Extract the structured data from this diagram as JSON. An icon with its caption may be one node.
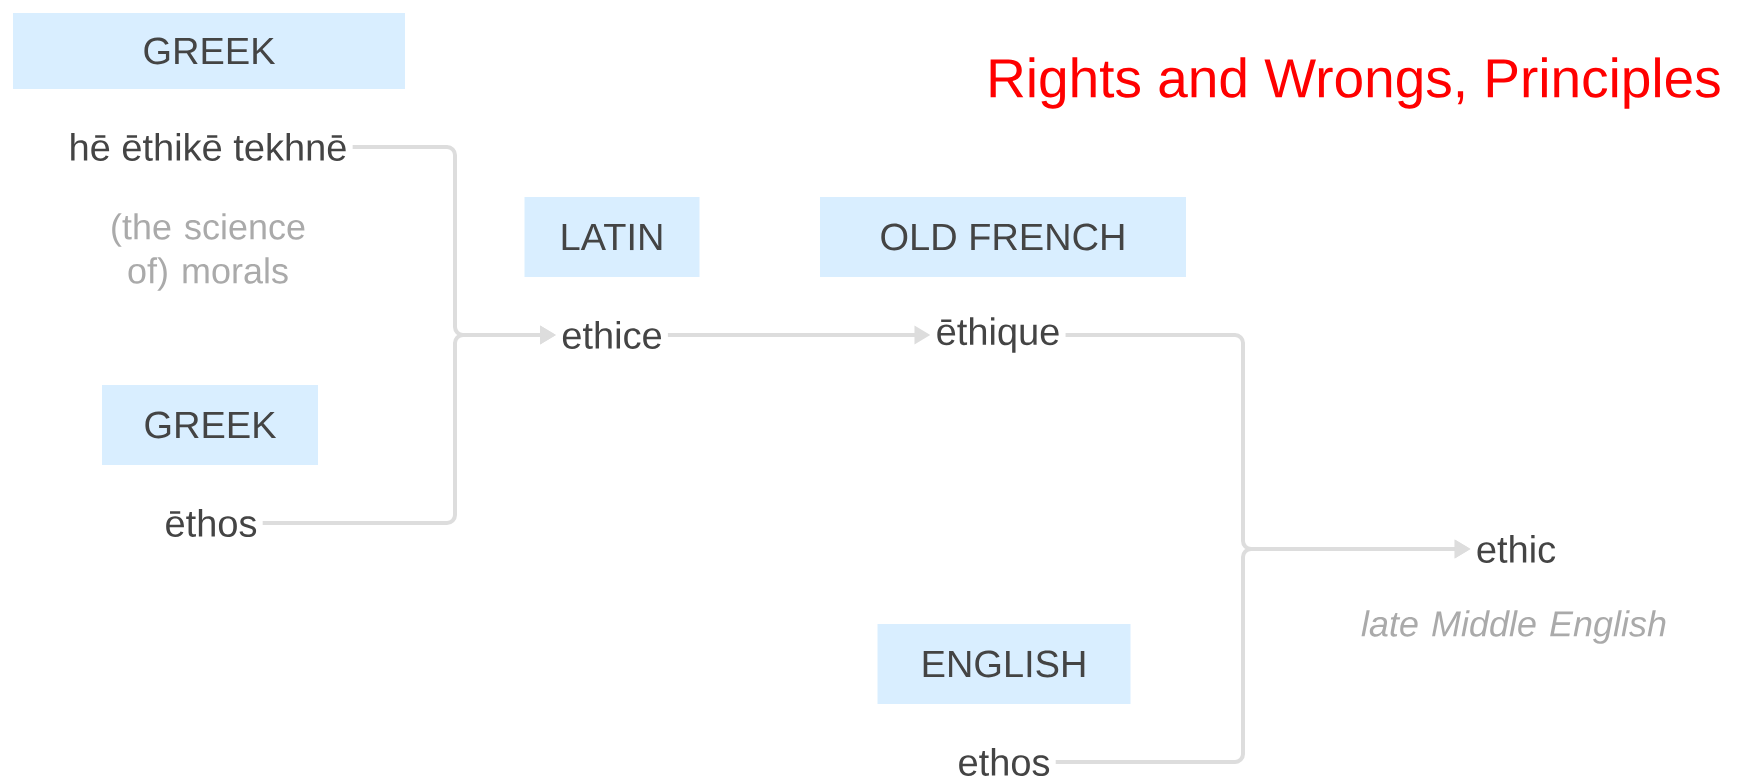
{
  "diagram": {
    "title": "Rights and Wrongs, Principles",
    "nodes": [
      {
        "text": [
          "GREEK"
        ]
      },
      {
        "text": [
          "hē ēthikē tekhnē"
        ],
        "beside": [
          "(the science of) morals"
        ]
      },
      {
        "text": [
          "GREEK"
        ]
      },
      {
        "text": [
          "ēthos"
        ]
      },
      {
        "text": [
          "LATIN"
        ]
      },
      {
        "text": [
          "ethice"
        ]
      },
      {
        "text": [
          "OLD FRENCH"
        ]
      },
      {
        "text": [
          "ēthique"
        ]
      },
      {
        "text": [
          "ethic"
        ],
        "beside": [
          "late Middle English"
        ]
      },
      {
        "text": [
          "ENGLISH"
        ]
      },
      {
        "text": [
          "ethos"
        ]
      }
    ],
    "edges": [
      {
        "from": 1,
        "to": 5,
        "arrow": "to"
      },
      {
        "from": 3,
        "to": 5,
        "arrow": "to"
      },
      {
        "from": 5,
        "to": 7,
        "arrow": "to"
      },
      {
        "from": 7,
        "to": 8,
        "arrow": "to"
      },
      {
        "from": 10,
        "to": 8,
        "arrow": "to"
      }
    ]
  }
}
